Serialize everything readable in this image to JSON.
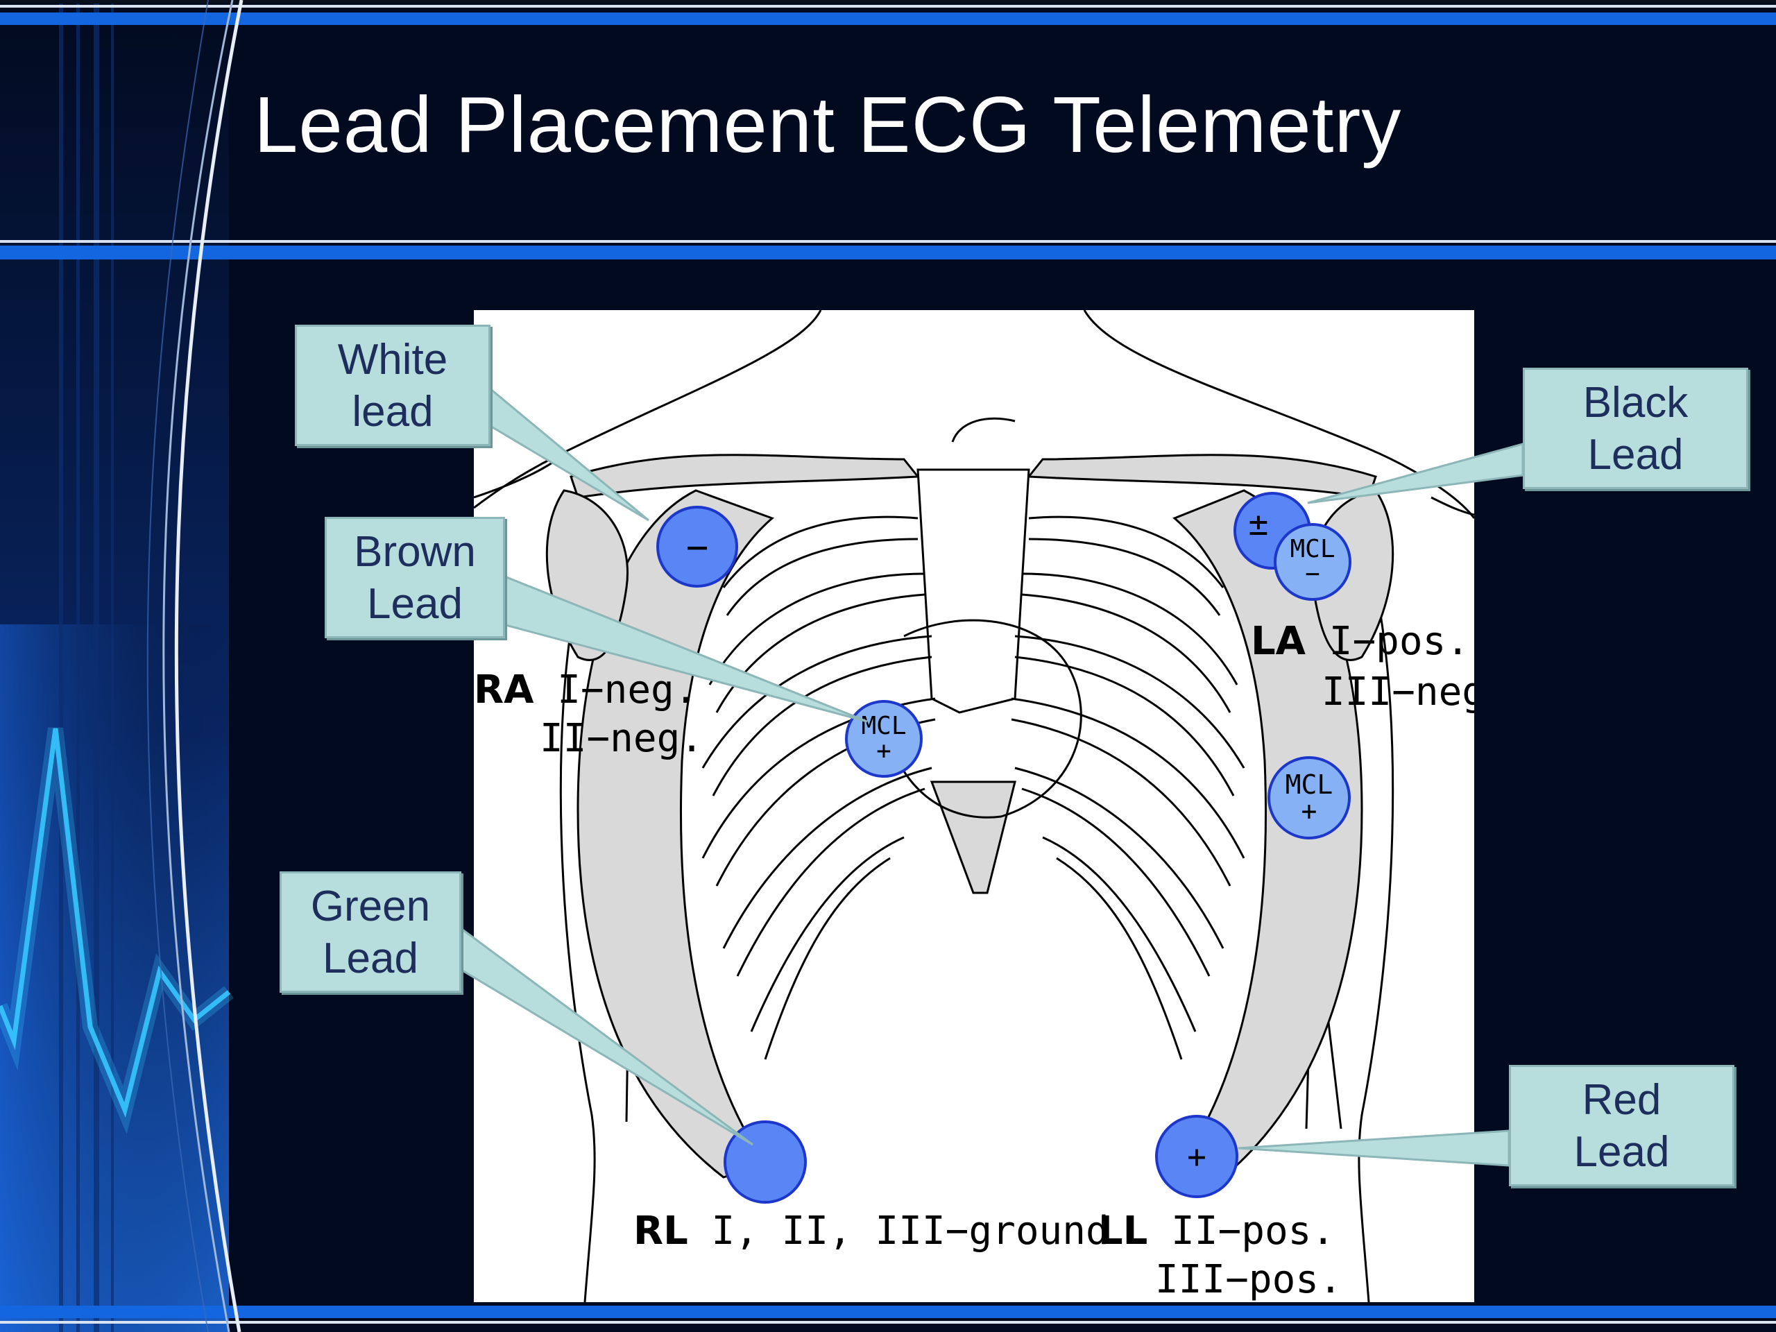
{
  "slide": {
    "title": "Lead Placement ECG Telemetry",
    "colors": {
      "background": "#020a1f",
      "accent_bar": "#1466e0",
      "callout_fill": "#b7dedd",
      "electrode": "#5a86f5"
    }
  },
  "callouts": {
    "white": {
      "line1": "White",
      "line2": "lead"
    },
    "brown": {
      "line1": "Brown",
      "line2": "Lead"
    },
    "green": {
      "line1": "Green",
      "line2": "Lead"
    },
    "black": {
      "line1": "Black",
      "line2": "Lead"
    },
    "red": {
      "line1": "Red",
      "line2": "Lead"
    }
  },
  "figure": {
    "ra": {
      "name": "RA",
      "line1": "I−neg.",
      "line2": "II−neg."
    },
    "la": {
      "name": "LA",
      "line1": "I−pos.",
      "line2": "III−neg."
    },
    "rl": {
      "name": "RL",
      "line1": "I, II, III−ground"
    },
    "ll": {
      "name": "LL",
      "line1": "II−pos.",
      "line2": "III−pos."
    },
    "electrodes": {
      "ra_sign": "−",
      "la_sign": "±",
      "mcl_la": "MCL",
      "mcl_la_sign": "−",
      "mcl_brown": "MCL",
      "mcl_brown_sign": "+",
      "mcl_right": "MCL",
      "mcl_right_sign": "+",
      "ll_sign": "+"
    }
  }
}
